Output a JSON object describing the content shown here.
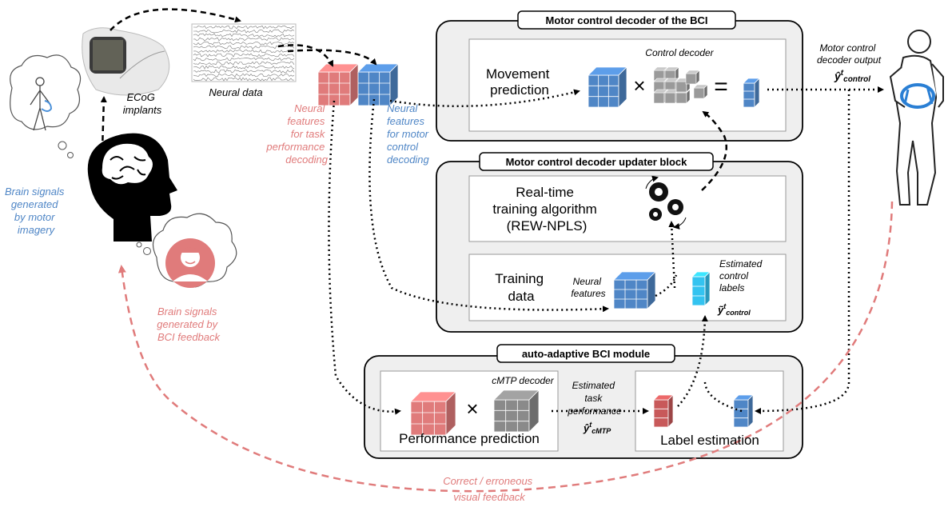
{
  "colors": {
    "blue": "#4f86c6",
    "red": "#e07b7b",
    "light_blue": "#33c3f0",
    "dark_red": "#c8595a",
    "gray": "#8a8a8a",
    "panel_bg": "#efefef",
    "box_border": "#000000"
  },
  "left": {
    "ecog_label": [
      "ECoG",
      "implants"
    ],
    "neural_data_label": "Neural data",
    "brain_motor_label": [
      "Brain signals",
      "generated",
      "by motor",
      "imagery"
    ],
    "brain_feedback_label": [
      "Brain signals",
      "generated by",
      "BCI feedback"
    ],
    "features_task_label": [
      "Neural",
      "features",
      "for task",
      "performance",
      "decoding"
    ],
    "features_motor_label": [
      "Neural",
      "features",
      "for motor",
      "control",
      "decoding"
    ]
  },
  "motor_decoder": {
    "title": "Motor control decoder of the BCI",
    "movement_prediction": [
      "Movement",
      "prediction"
    ],
    "control_decoder_label": "Control decoder",
    "times": "×",
    "equals": "="
  },
  "output": {
    "label": [
      "Motor control",
      "decoder output"
    ],
    "symbol": "ŷ",
    "sup": "t",
    "sub": "control"
  },
  "updater": {
    "title": "Motor control decoder updater block",
    "algorithm": [
      "Real-time",
      "training algorithm",
      "(REW-NPLS)"
    ],
    "training_data": [
      "Training",
      "data"
    ],
    "neural_features": [
      "Neural",
      "features"
    ],
    "estimated_labels": [
      "Estimated",
      "control",
      "labels"
    ],
    "label_symbol": "ỹ",
    "label_sup": "t",
    "label_sub": "control"
  },
  "adaptive": {
    "title": "auto-adaptive BCI module",
    "cmtp_label": "cMTP decoder",
    "times": "×",
    "performance_prediction": "Performance prediction",
    "estimated_task": [
      "Estimated",
      "task",
      "performance"
    ],
    "perf_symbol": "ŷ",
    "perf_sup": "t",
    "perf_sub": "cMTP",
    "label_estimation": "Label estimation"
  },
  "feedback": [
    "Correct / erroneous",
    "visual feedback"
  ]
}
